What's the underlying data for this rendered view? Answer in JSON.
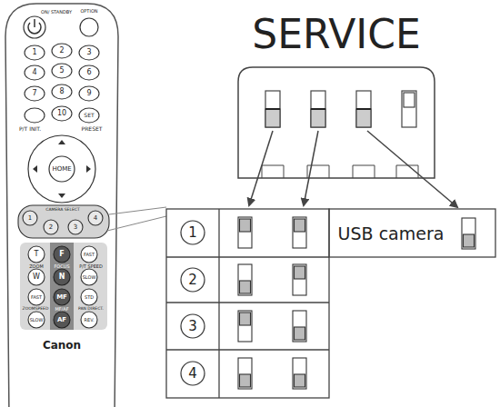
{
  "diagram": {
    "title": "SERVICE",
    "labels": [
      "ON/ STANDBY",
      "OPTION",
      "1",
      "2",
      "3",
      "4",
      "5",
      "6",
      "7",
      "8",
      "9",
      "10",
      "SET",
      "P/T INIT.",
      "PRESET",
      "HOME",
      "CAMERA SELECT",
      "1",
      "2",
      "3",
      "4",
      "T",
      "F",
      "FAST",
      "ZOOM",
      "FOCUS",
      "P/T SPEED",
      "W",
      "N",
      "SLOW",
      "FAST",
      "MF",
      "STD",
      "ZOOMSPEED",
      "MF/AF",
      "PAN DIRECT.",
      "SLOW",
      "AF",
      "REV.",
      "Canon",
      "1",
      "2",
      "3",
      "4",
      "USB camera"
    ]
  }
}
